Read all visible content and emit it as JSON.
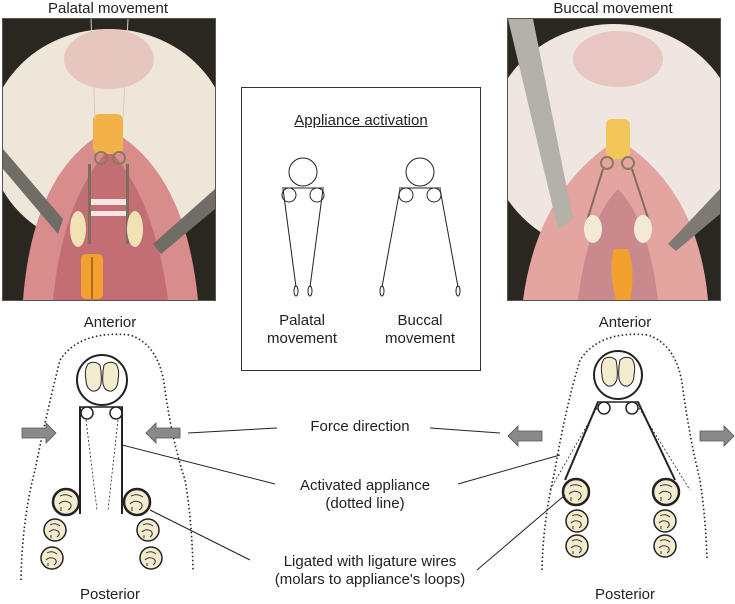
{
  "panels": {
    "left_photo": {
      "title": "Palatal movement"
    },
    "right_photo": {
      "title": "Buccal movement"
    }
  },
  "appliance_box": {
    "title": "Appliance activation",
    "left_label_line1": "Palatal",
    "left_label_line2": "movement",
    "right_label_line1": "Buccal",
    "right_label_line2": "movement"
  },
  "diagrams": {
    "left": {
      "top_label": "Anterior",
      "bottom_label": "Posterior"
    },
    "right": {
      "top_label": "Anterior",
      "bottom_label": "Posterior"
    }
  },
  "annotations": {
    "force_direction": "Force direction",
    "activated_line1": "Activated appliance",
    "activated_line2": "(dotted line)",
    "ligated_line1": "Ligated with ligature wires",
    "ligated_line2": "(molars to appliance's loops)"
  },
  "colors": {
    "tooth_fill": "#f3ecce",
    "arrow_fill": "#8a8a8a",
    "line": "#222222"
  }
}
